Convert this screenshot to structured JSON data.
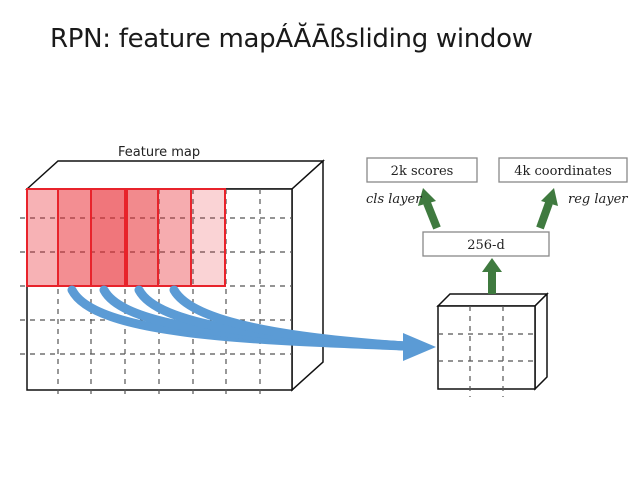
{
  "title": "RPN: feature mapÁĂĀßsliding window",
  "feature_map_label": "Feature map",
  "boxes": {
    "scores": "2k scores",
    "coordinates": "4k coordinates",
    "hidden": "256-d"
  },
  "side_labels": {
    "cls": "cls layer",
    "reg": "reg layer"
  },
  "colors": {
    "window_red": "#e8232b",
    "arrow_blue": "#5b9bd5",
    "arrow_green": "#3f7a3f",
    "grid_dash": "#555555"
  }
}
